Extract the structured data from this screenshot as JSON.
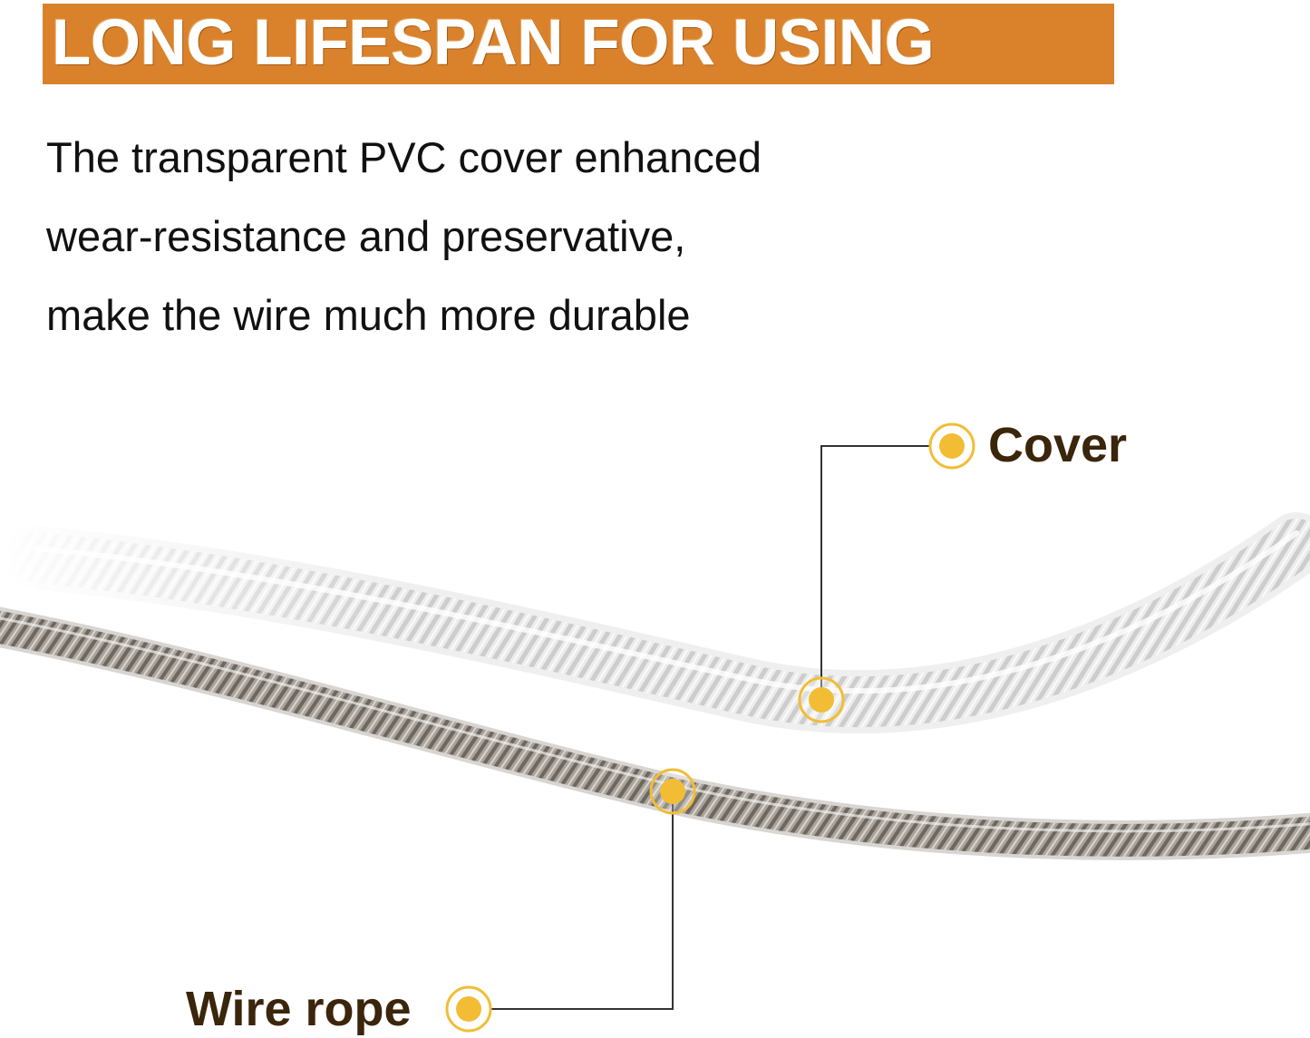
{
  "banner": {
    "title": "LONG LIFESPAN FOR USING",
    "color": "#d9822b"
  },
  "description": {
    "lines": [
      "The transparent PVC cover enhanced",
      "wear-resistance and preservative,",
      "make the wire much more durable"
    ]
  },
  "callouts": {
    "cover": {
      "label": "Cover",
      "icon": "marker-dot-icon"
    },
    "wire_rope": {
      "label": "Wire rope",
      "icon": "marker-dot-icon"
    }
  },
  "colors": {
    "label_text": "#3b250b",
    "marker": "#f2bd35",
    "leader_line": "#333333"
  }
}
